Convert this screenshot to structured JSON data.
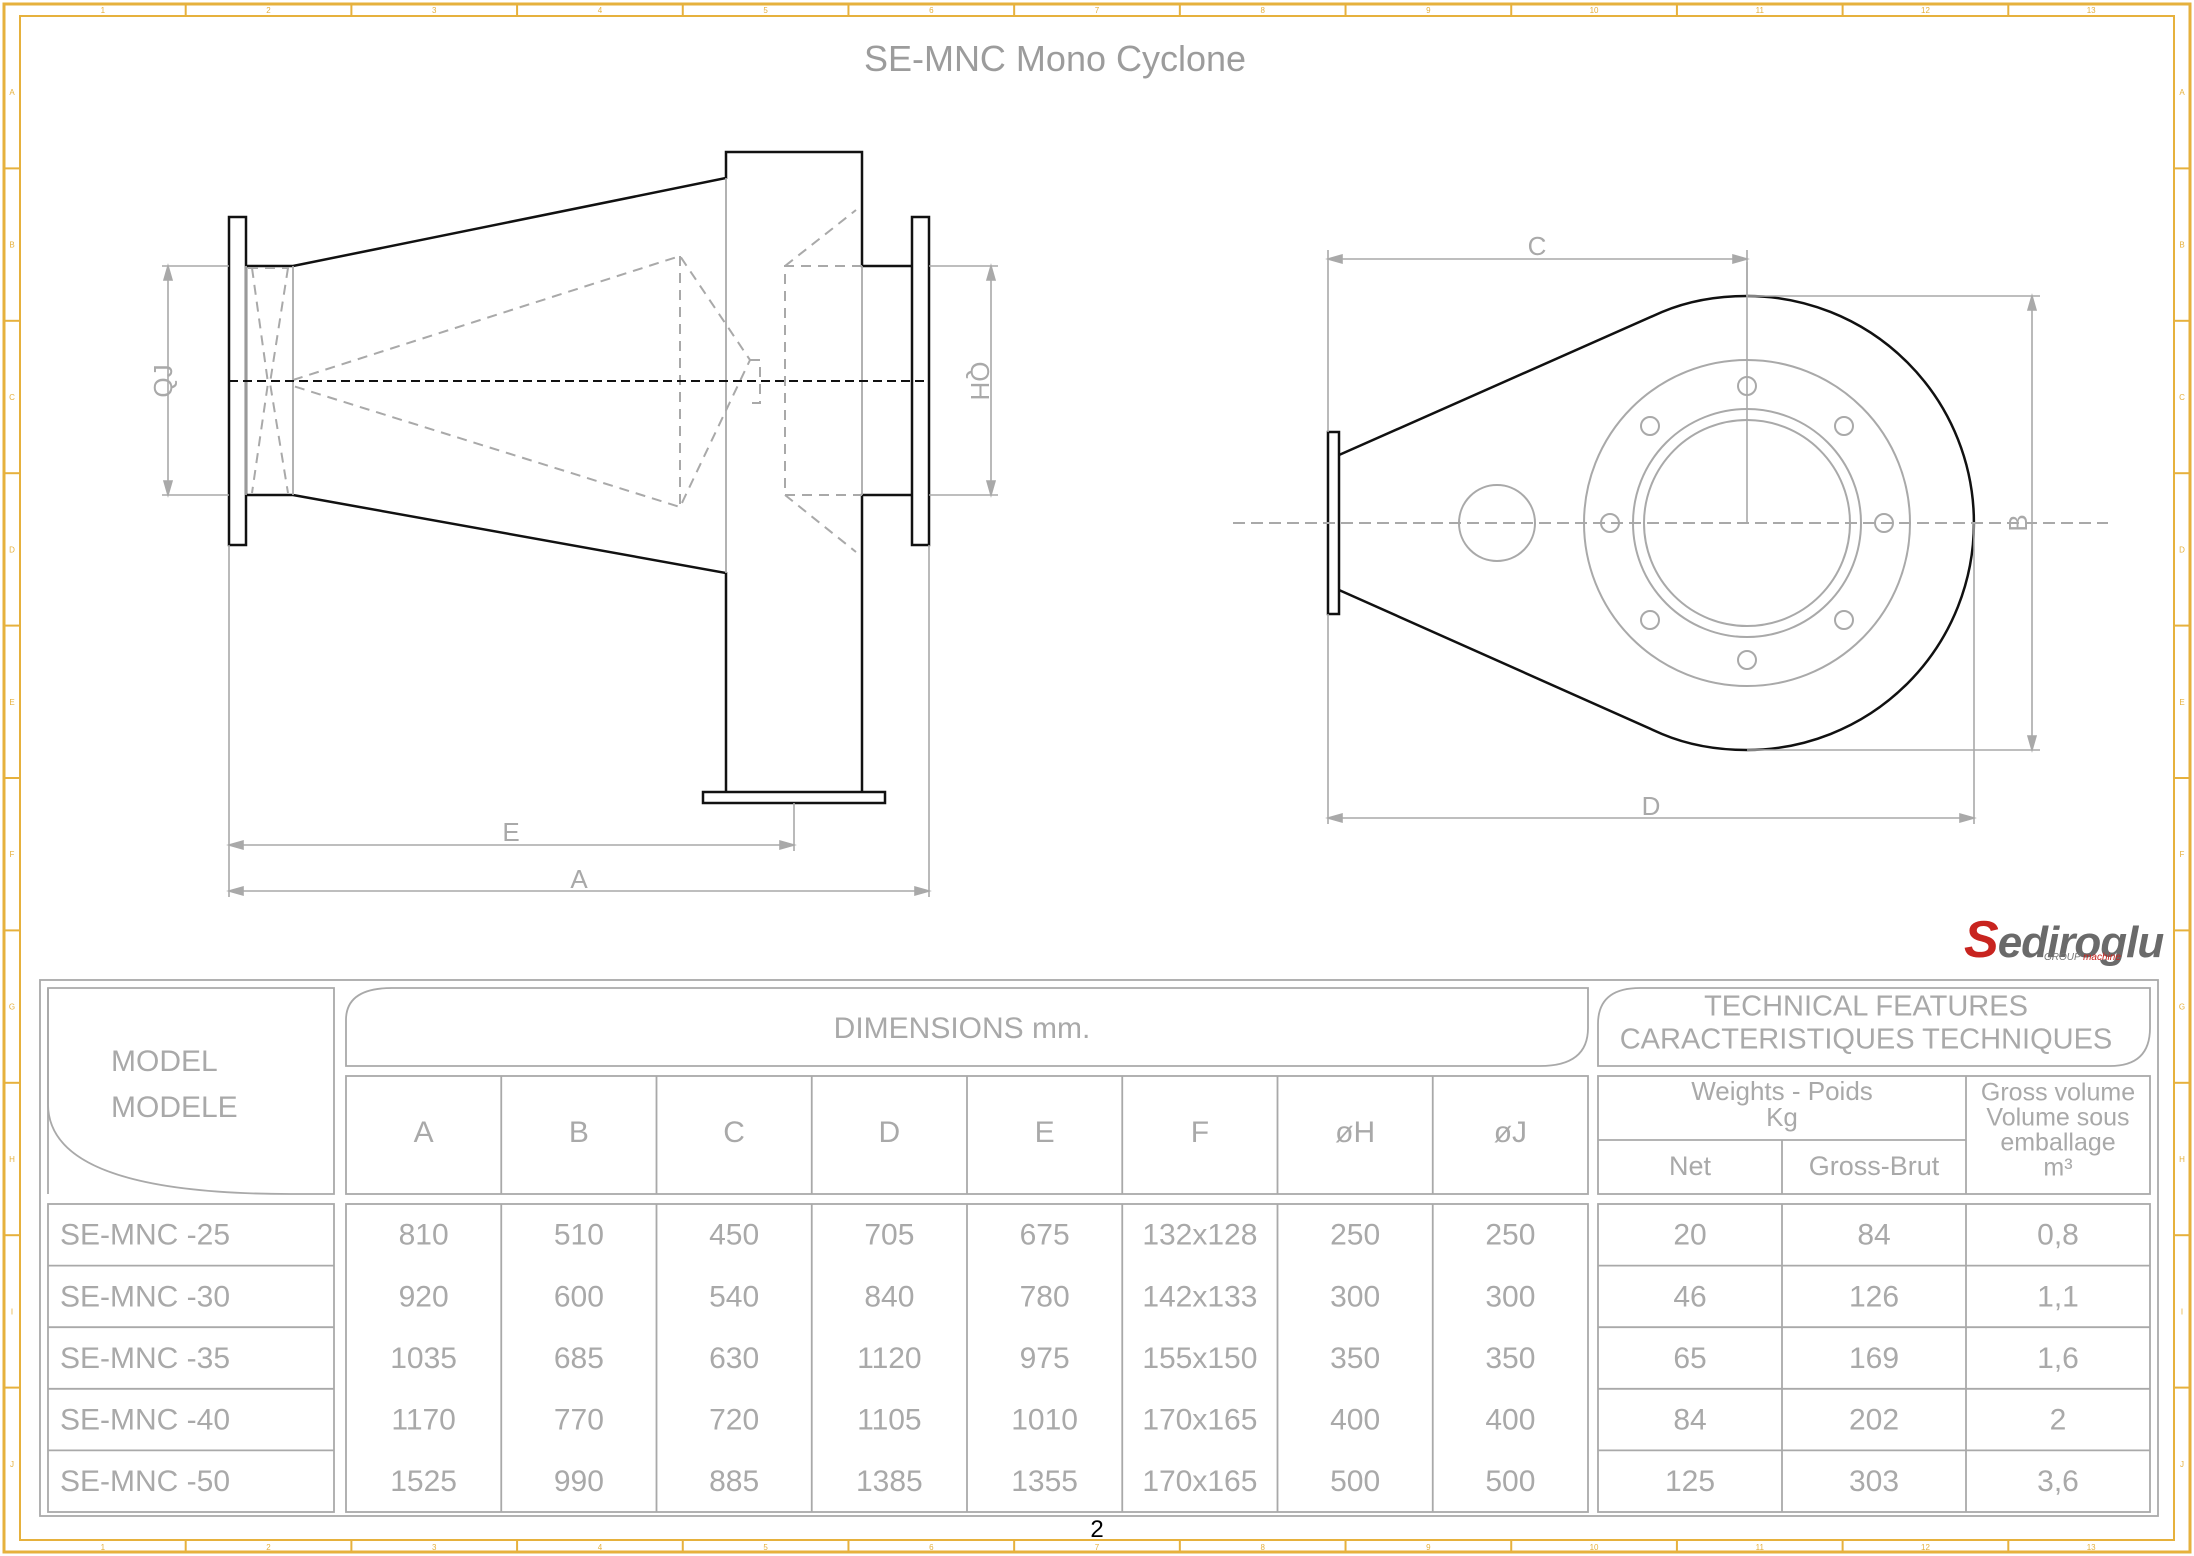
{
  "title": "SE-MNC Mono Cyclone",
  "page_number": "2",
  "logo": {
    "brand_first": "S",
    "brand_rest": "ediroglu",
    "tag_group": "GROUP",
    "tag_machine": "machine"
  },
  "drawing": {
    "side_view_labels": {
      "qj": "QJ",
      "qh": "QH",
      "e": "E",
      "a": "A"
    },
    "front_view_labels": {
      "c": "C",
      "b": "B",
      "d": "D"
    }
  },
  "frame": {
    "columns": [
      "1",
      "2",
      "3",
      "4",
      "5",
      "6",
      "7",
      "8",
      "9",
      "10",
      "11",
      "12",
      "13"
    ],
    "rows": [
      "A",
      "B",
      "C",
      "D",
      "E",
      "F",
      "G",
      "H",
      "I",
      "J"
    ]
  },
  "table": {
    "model_header": [
      "MODEL",
      "MODELE"
    ],
    "dimensions_header": "DIMENSIONS mm.",
    "technical_header": [
      "TECHNICAL FEATURES",
      "CARACTERISTIQUES TECHNIQUES"
    ],
    "dimension_columns": [
      "A",
      "B",
      "C",
      "D",
      "E",
      "F",
      "øH",
      "øJ"
    ],
    "weights_header": [
      "Weights - Poids",
      "Kg"
    ],
    "weights_columns": [
      "Net",
      "Gross-Brut"
    ],
    "volume_header": [
      "Gross volume",
      "Volume sous",
      "emballage",
      "m³"
    ],
    "rows": [
      {
        "model": "SE-MNC -25",
        "dims": [
          "810",
          "510",
          "450",
          "705",
          "675",
          "132x128",
          "250",
          "250"
        ],
        "net": "20",
        "gross": "84",
        "volume": "0,8"
      },
      {
        "model": "SE-MNC -30",
        "dims": [
          "920",
          "600",
          "540",
          "840",
          "780",
          "142x133",
          "300",
          "300"
        ],
        "net": "46",
        "gross": "126",
        "volume": "1,1"
      },
      {
        "model": "SE-MNC -35",
        "dims": [
          "1035",
          "685",
          "630",
          "1120",
          "975",
          "155x150",
          "350",
          "350"
        ],
        "net": "65",
        "gross": "169",
        "volume": "1,6"
      },
      {
        "model": "SE-MNC -40",
        "dims": [
          "1170",
          "770",
          "720",
          "1105",
          "1010",
          "170x165",
          "400",
          "400"
        ],
        "net": "84",
        "gross": "202",
        "volume": "2"
      },
      {
        "model": "SE-MNC -50",
        "dims": [
          "1525",
          "990",
          "885",
          "1385",
          "1355",
          "170x165",
          "500",
          "500"
        ],
        "net": "125",
        "gross": "303",
        "volume": "3,6"
      }
    ]
  },
  "colors": {
    "frame": "#e6b13d",
    "line": "#111111",
    "dim_line": "#a9a9a9",
    "text": "#a9a9a9",
    "brand_red": "#c8241f"
  }
}
